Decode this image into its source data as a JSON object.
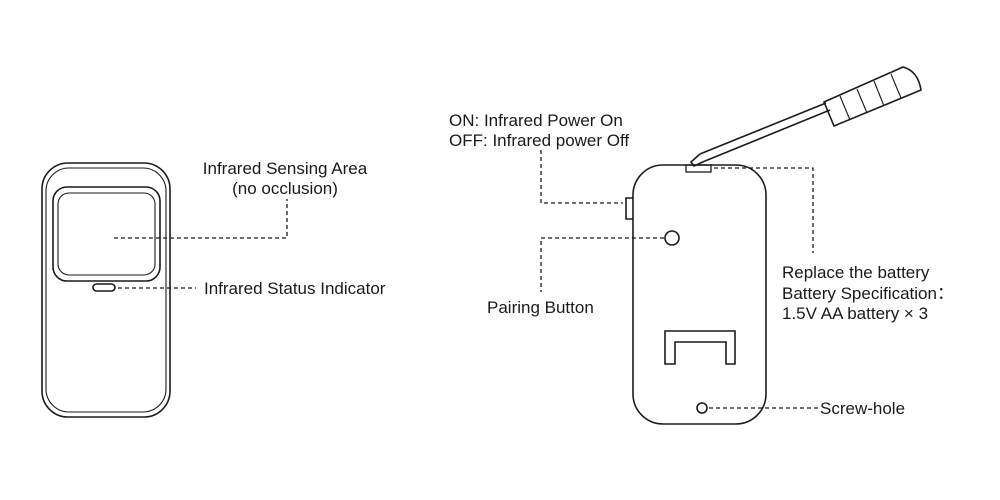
{
  "front_view": {
    "sensing_area_label_line1": "Infrared Sensing Area",
    "sensing_area_label_line2": "(no occlusion)",
    "status_indicator_label": "Infrared Status Indicator"
  },
  "back_view": {
    "switch_on_label": "ON: Infrared Power On",
    "switch_off_label": "OFF: Infrared power Off",
    "pairing_button_label": "Pairing Button",
    "battery_label_line1": "Replace the battery",
    "battery_label_line2": "Battery Specification：",
    "battery_label_line3": "1.5V AA battery × 3",
    "screw_hole_label": "Screw-hole"
  },
  "colors": {
    "stroke": "#1a1a1a",
    "background": "#ffffff"
  }
}
